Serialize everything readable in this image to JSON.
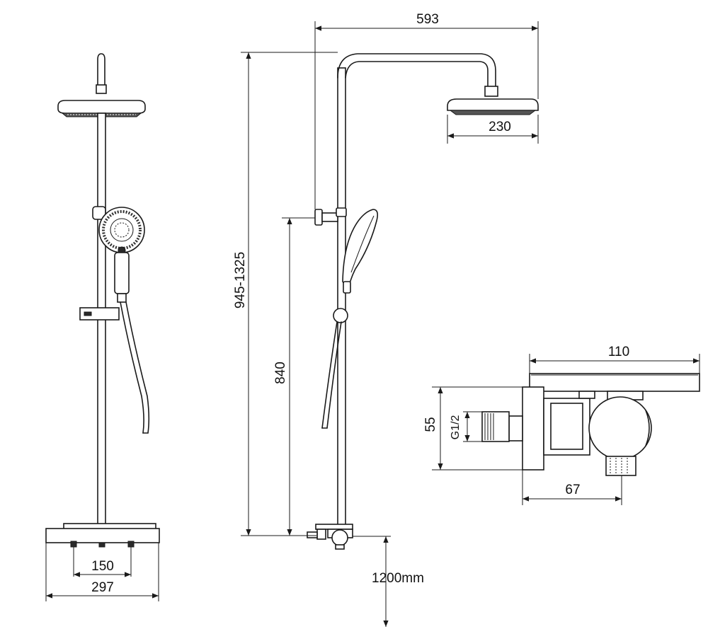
{
  "dimensions": {
    "overall_width": "593",
    "head_diameter": "230",
    "column_height": "945-1325",
    "handset_height": "840",
    "mount_height": "1200mm",
    "mixer_width": "110",
    "mixer_height": "55",
    "connection_thread": "G1/2",
    "mixer_depth": "67",
    "inlet_centers": "150",
    "base_width": "297"
  },
  "icons": {
    "shower_head": "overhead-rain-shower-icon",
    "hand_shower": "hand-shower-icon",
    "mixer": "thermostatic-mixer-icon"
  }
}
